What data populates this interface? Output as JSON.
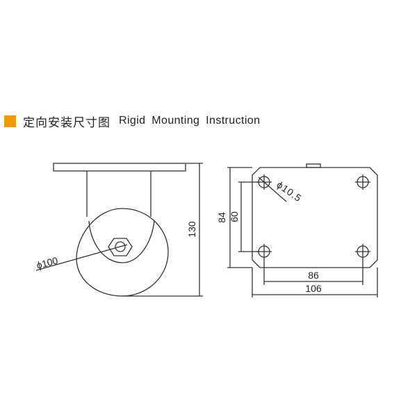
{
  "heading": {
    "title_cn": "定向安装尺寸图",
    "title_en": "Rigid Mounting Instruction",
    "marker_color": "#f39800"
  },
  "side_view": {
    "wheel_diameter_label": "ϕ100",
    "height_label": "130"
  },
  "plate_view": {
    "hole_diameter_label": "ϕ10.5",
    "outer_height_label": "84",
    "inner_height_label": "60",
    "inner_width_label": "86",
    "outer_width_label": "106"
  },
  "colors": {
    "line": "#333333"
  }
}
